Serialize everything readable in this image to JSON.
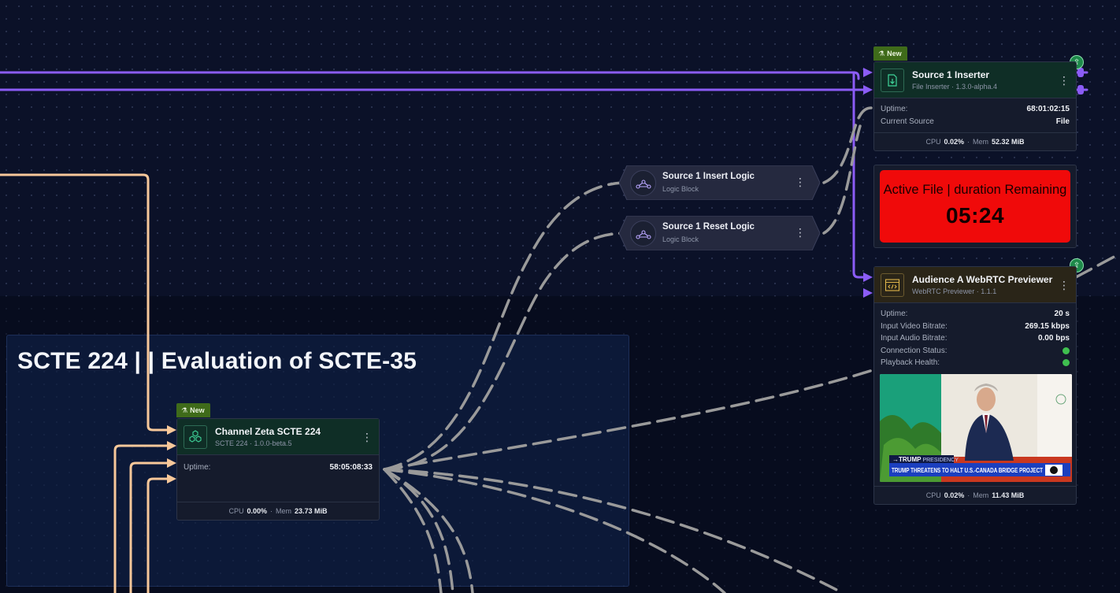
{
  "group": {
    "title": "SCTE 224 | | Evaluation of SCTE-35"
  },
  "badges": {
    "new_label": "New"
  },
  "nodes": {
    "source_inserter": {
      "title": "Source 1 Inserter",
      "subtitle": "File Inserter · 1.3.0-alpha.4",
      "rows": [
        {
          "label": "Uptime:",
          "value": "68:01:02:15"
        },
        {
          "label": "Current Source",
          "value": "File"
        }
      ],
      "cpu_label": "CPU",
      "cpu": "0.02%",
      "mem_label": "Mem",
      "mem": "52.32 MiB"
    },
    "webrtc_previewer": {
      "title": "Audience A WebRTC Previewer",
      "subtitle": "WebRTC Previewer · 1.1.1",
      "rows": [
        {
          "label": "Uptime:",
          "value": "20 s"
        },
        {
          "label": "Input Video Bitrate:",
          "value": "269.15 kbps"
        },
        {
          "label": "Input Audio Bitrate:",
          "value": "0.00 bps"
        },
        {
          "label": "Connection Status:"
        },
        {
          "label": "Playback Health:"
        }
      ],
      "status_color": "#3fbf4f",
      "cpu_label": "CPU",
      "cpu": "0.02%",
      "mem_label": "Mem",
      "mem": "11.43 MiB",
      "video": {
        "ticker_brand": "TRUMP",
        "ticker_tag": "PRESIDENCY",
        "ticker_headline": "TRUMP THREATENS TO HALT U.S.-CANADA BRIDGE PROJECT"
      }
    },
    "channel_zeta": {
      "title": "Channel Zeta SCTE 224",
      "subtitle": "SCTE 224 · 1.0.0-beta.5",
      "rows": [
        {
          "label": "Uptime:",
          "value": "58:05:08:33"
        }
      ],
      "cpu_label": "CPU",
      "cpu": "0.00%",
      "mem_label": "Mem",
      "mem": "23.73 MiB"
    }
  },
  "logic_blocks": [
    {
      "title": "Source 1 Insert Logic",
      "subtitle": "Logic Block"
    },
    {
      "title": "Source 1 Reset Logic",
      "subtitle": "Logic Block"
    }
  ],
  "timer": {
    "label": "Active File | duration Remaining",
    "value": "05:24",
    "color": "#f00a0a"
  },
  "colors": {
    "canvas_bg": "#0b1128",
    "edge_purple": "#8b5cf6",
    "edge_peach": "#f7c89a",
    "edge_dashed": "#9a9a9a",
    "badge_green": "#3f6b1a"
  },
  "icons": {
    "file_inserter": "file-download-icon",
    "webrtc": "webrtc-browser-icon",
    "scte": "hexagon-cluster-icon",
    "logic": "logic-flow-icon",
    "pin": "pin-icon",
    "flask": "flask-icon",
    "menu": "kebab-menu-icon"
  }
}
